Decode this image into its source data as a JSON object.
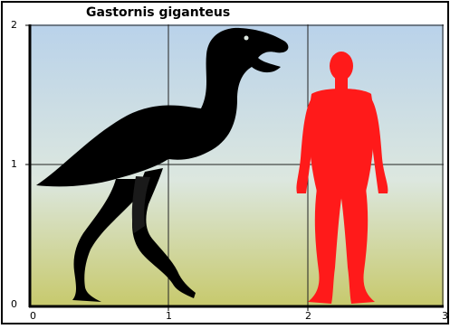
{
  "title": "Gastornis giganteus",
  "colors": {
    "sky_top": "#b9d2ea",
    "sky_mid": "#dce7df",
    "ground_bottom": "#c7c96b",
    "bird": "#000000",
    "human": "#ff1a1a",
    "grid": "#222222"
  },
  "chart_data": {
    "type": "scale-diagram",
    "title": "Gastornis giganteus",
    "x_ticks": [
      "0",
      "1",
      "2",
      "3"
    ],
    "y_ticks": [
      "0",
      "1",
      "2"
    ],
    "xlim": [
      0,
      3
    ],
    "ylim": [
      0,
      2
    ],
    "grid": true,
    "figures": [
      {
        "name": "bird-silhouette",
        "color": "#000000"
      },
      {
        "name": "human-silhouette",
        "color": "#ff1a1a"
      }
    ]
  }
}
